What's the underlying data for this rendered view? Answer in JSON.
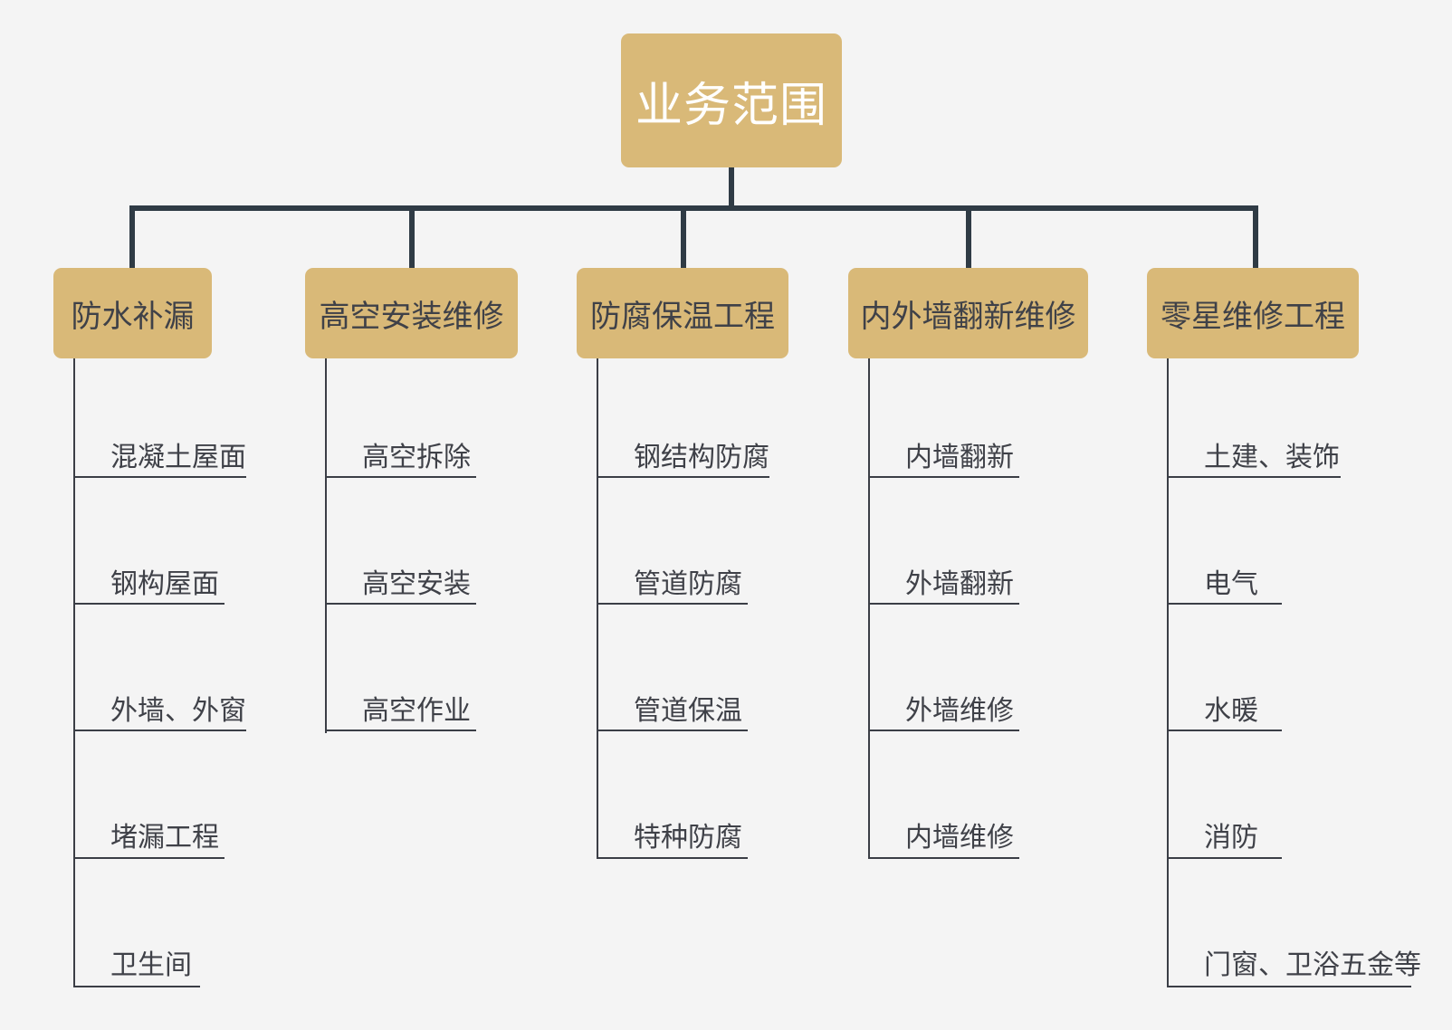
{
  "root": {
    "label": "业务范围"
  },
  "categories": [
    {
      "label": "防水补漏",
      "items": [
        "混凝土屋面",
        "钢构屋面",
        "外墙、外窗",
        "堵漏工程",
        "卫生间"
      ]
    },
    {
      "label": "高空安装维修",
      "items": [
        "高空拆除",
        "高空安装",
        "高空作业"
      ]
    },
    {
      "label": "防腐保温工程",
      "items": [
        "钢结构防腐",
        "管道防腐",
        "管道保温",
        "特种防腐"
      ]
    },
    {
      "label": "内外墙翻新维修",
      "items": [
        "内墙翻新",
        "外墙翻新",
        "外墙维修",
        "内墙维修"
      ]
    },
    {
      "label": "零星维修工程",
      "items": [
        "土建、装饰",
        "电气",
        "水暖",
        "消防",
        "门窗、卫浴五金等"
      ]
    }
  ],
  "colors": {
    "background": "#f4f4f4",
    "node_fill": "#d9b978",
    "root_text": "#ffffff",
    "category_text": "#3f4148",
    "connector": "#2f3b45",
    "line": "#3b3e46"
  }
}
